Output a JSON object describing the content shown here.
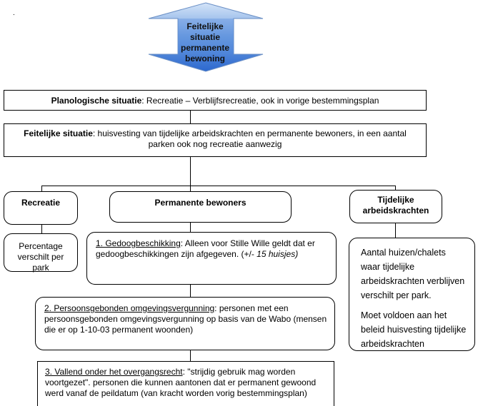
{
  "top": {
    "dot": ".",
    "arrow_label": "Feitelijke situatie permanente bewoning"
  },
  "planologisch": {
    "bold": "Planologische situatie",
    "text": ": Recreatie – Verblijfsrecreatie, ook in vorige bestemmingsplan"
  },
  "feitelijk": {
    "bold": "Feitelijke situatie",
    "text": ": huisvesting van tijdelijke arbeidskrachten en permanente bewoners, in een aantal parken ook nog recreatie aanwezig"
  },
  "categories": {
    "recreatie": "Recreatie",
    "permanent": "Permanente bewoners",
    "tijdelijk": "Tijdelijke arbeidskrachten"
  },
  "recreatie_detail": "Percentage verschilt per park",
  "permanent_items": [
    {
      "title": "1. Gedoogbeschikking",
      "text": ": Alleen voor Stille Wille geldt dat er gedoogbeschikkingen zijn afgegeven. (+/- ",
      "italic": "15 huisjes)"
    },
    {
      "title": "2. Persoonsgebonden omgevingsvergunning",
      "text": ": personen met een persoonsgebonden omgevingsvergunning op basis van de Wabo (mensen die er op 1-10-03 permanent woonden)"
    },
    {
      "title": "3. Vallend onder het overgangsrecht",
      "text": ": \"strijdig gebruik mag worden voortgezet\". personen die kunnen aantonen dat er permanent gewoond werd vanaf de peildatum (van kracht worden vorig bestemmingsplan)"
    }
  ],
  "tijdelijk_detail": {
    "p1": "Aantal huizen/chalets waar tijdelijke arbeidskrachten verblijven verschilt per park.",
    "p2": "Moet voldoen aan het beleid huisvesting tijdelijke arbeidskrachten"
  }
}
